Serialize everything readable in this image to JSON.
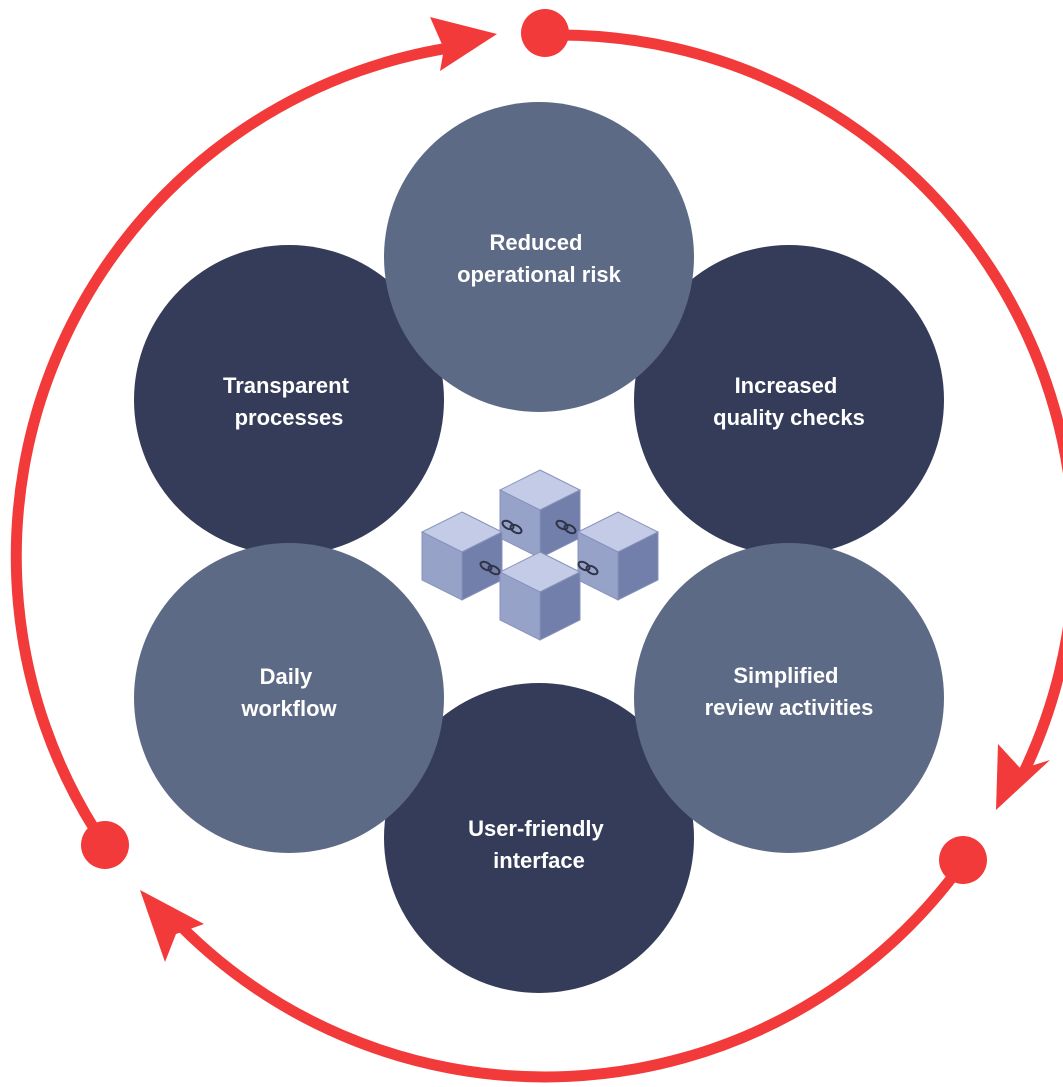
{
  "colors": {
    "cycle": "#f23a3a",
    "node_dark": "#343c59",
    "node_light": "#5c6a85",
    "cube_light": "#c3cbe6",
    "cube_mid": "#97a2c8",
    "cube_dark": "#737fab"
  },
  "diagram": {
    "type": "cycle",
    "center_icon": "linked-blocks-icon",
    "nodes": [
      {
        "id": "transparent",
        "lines": [
          "Transparent",
          "processes"
        ],
        "tone": "dark"
      },
      {
        "id": "quality",
        "lines": [
          "Increased",
          "quality checks"
        ],
        "tone": "dark"
      },
      {
        "id": "user",
        "lines": [
          "User-friendly",
          "interface"
        ],
        "tone": "dark"
      },
      {
        "id": "daily",
        "lines": [
          "Daily",
          "workflow"
        ],
        "tone": "light"
      },
      {
        "id": "review",
        "lines": [
          "Simplified",
          "review activities"
        ],
        "tone": "light"
      },
      {
        "id": "risk",
        "lines": [
          "Reduced",
          "operational risk"
        ],
        "tone": "light"
      }
    ]
  }
}
